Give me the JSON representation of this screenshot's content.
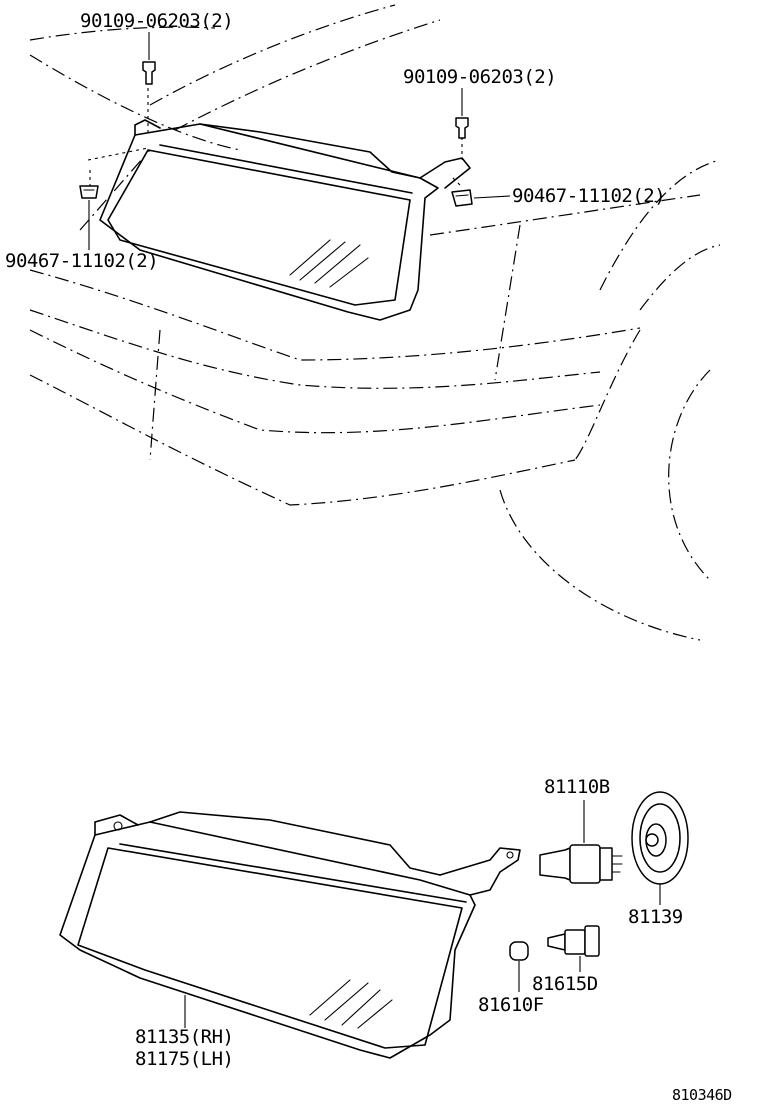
{
  "labels": {
    "bolt_left": "90109-06203(2)",
    "bolt_right": "90109-06203(2)",
    "nut_right": "90467-11102(2)",
    "nut_left": "90467-11102(2)",
    "bulb_main": "81110B",
    "socket_cover": "81139",
    "bulb_small": "81615D",
    "bulb_wedge": "81610F",
    "headlamp_rh": "81135(RH)",
    "headlamp_lh": "81175(LH)",
    "diagram_code": "810346D"
  }
}
